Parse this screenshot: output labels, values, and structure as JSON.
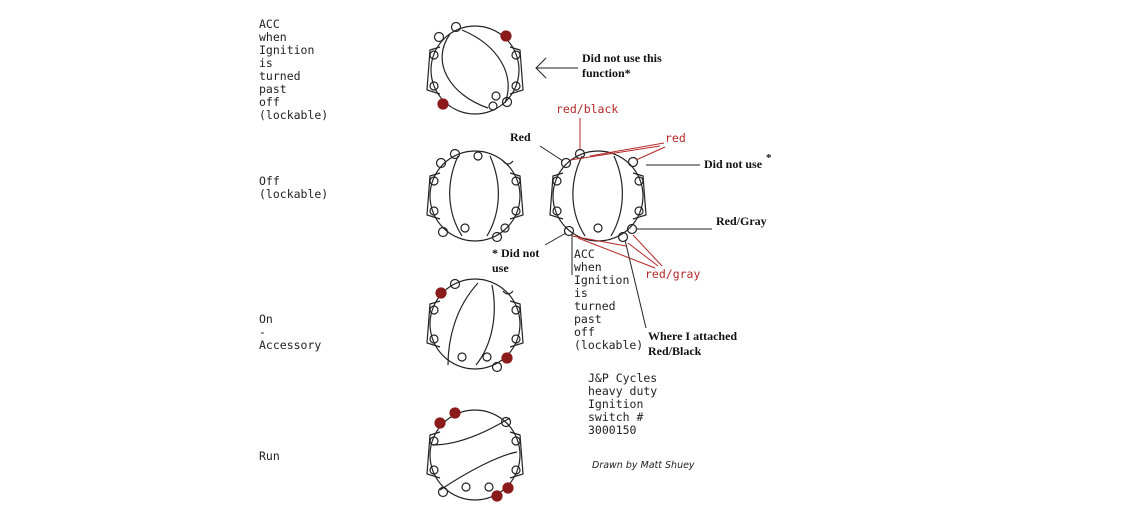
{
  "colors": {
    "ink": "#222222",
    "wire_red": "#b42828",
    "terminal_fill": "#8b1a1a"
  },
  "positions": {
    "acc": "ACC\nwhen\nIgnition\nis\nturned\npast\noff\n(lockable)",
    "off": "Off\n(lockable)",
    "on": "On\n-\nAccessory",
    "run": "Run"
  },
  "annotations": {
    "did_not_use_function": "Did not use this\nfunction*",
    "red_black": "red/black",
    "red_top": "red",
    "red_left": "Red",
    "did_not_use_right": "Did not use",
    "asterisk": "*",
    "red_gray_bold": "Red/Gray",
    "did_not_use_left": "* Did not\nuse",
    "acc_detail": "ACC\nwhen\nIgnition\nis\nturned\npast\noff\n(lockable)",
    "red_gray": "red/gray",
    "where_attached": "Where I attached\nRed/Black"
  },
  "product": "J&P Cycles\nheavy duty\nIgnition\nswitch #\n3000150",
  "credit": "Drawn by Matt Shuey"
}
